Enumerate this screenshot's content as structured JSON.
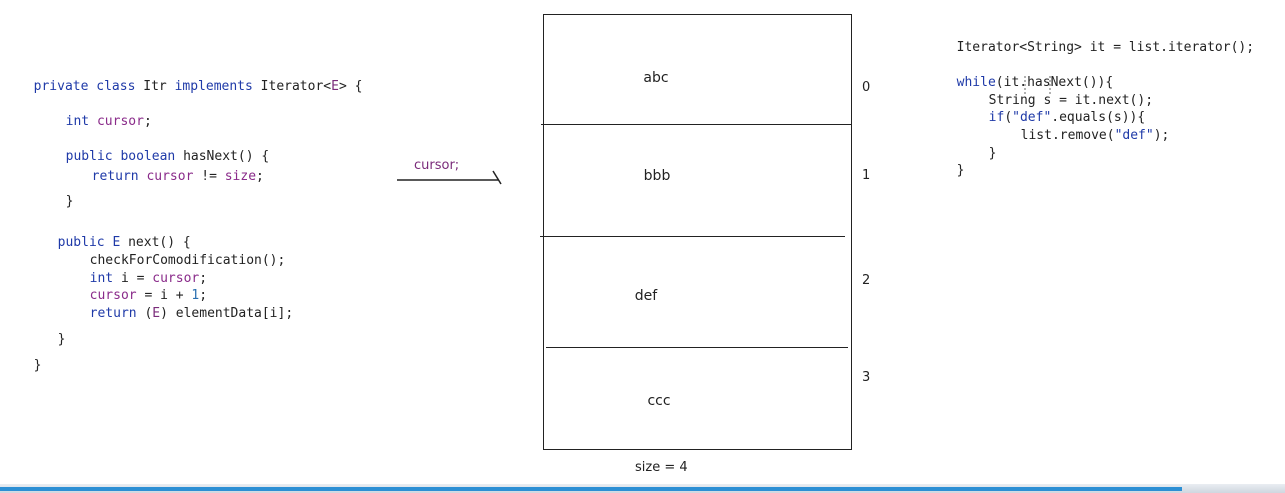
{
  "left_code": {
    "class_decl": [
      "private",
      "class",
      "Itr",
      "implements",
      "Iterator<",
      "E",
      "> {"
    ],
    "field_line": [
      "int",
      "cursor",
      ";"
    ],
    "hasnext_sig": [
      "public",
      "boolean",
      "hasNext() {"
    ],
    "hasnext_return": [
      "return",
      "cursor",
      "!=",
      "size",
      ";"
    ],
    "close_brace": "}",
    "next_sig": [
      "public",
      "E",
      "next() {"
    ],
    "next_l1": "checkForComodification();",
    "next_l2": [
      "int",
      "i = ",
      "cursor",
      ";"
    ],
    "next_l3": [
      "cursor",
      " = i + ",
      "1",
      ";"
    ],
    "next_l4": [
      "return",
      " (",
      "E",
      ") elementData[i];"
    ],
    "close_inner": "}",
    "close_outer": "}"
  },
  "diagram": {
    "cursor_label": "cursor;",
    "cells": [
      "abc",
      "bbb",
      "def",
      "ccc"
    ],
    "indices": [
      "0",
      "1",
      "2",
      "3"
    ],
    "size_label": "size = 4"
  },
  "right_code": {
    "l1": "Iterator<String> it = list.iterator();",
    "l2_kw": "while",
    "l2_rest": "(it.hasNext()){",
    "l3_type": "String",
    "l3_var": "s",
    "l3_rest": " = it.next();",
    "l4_kw": "if",
    "l4_p1": "(",
    "l4_str": "\"def\"",
    "l4_rest": ".equals(s)){",
    "l5_a": "list.remove(",
    "l5_str": "\"def\"",
    "l5_b": ");",
    "l6": "}",
    "l7": "}"
  },
  "colors": {
    "keyword": "#1f3aa8",
    "field": "#8a2b8a",
    "progress": "#2c8fd4"
  },
  "video_progress_percent": 92
}
